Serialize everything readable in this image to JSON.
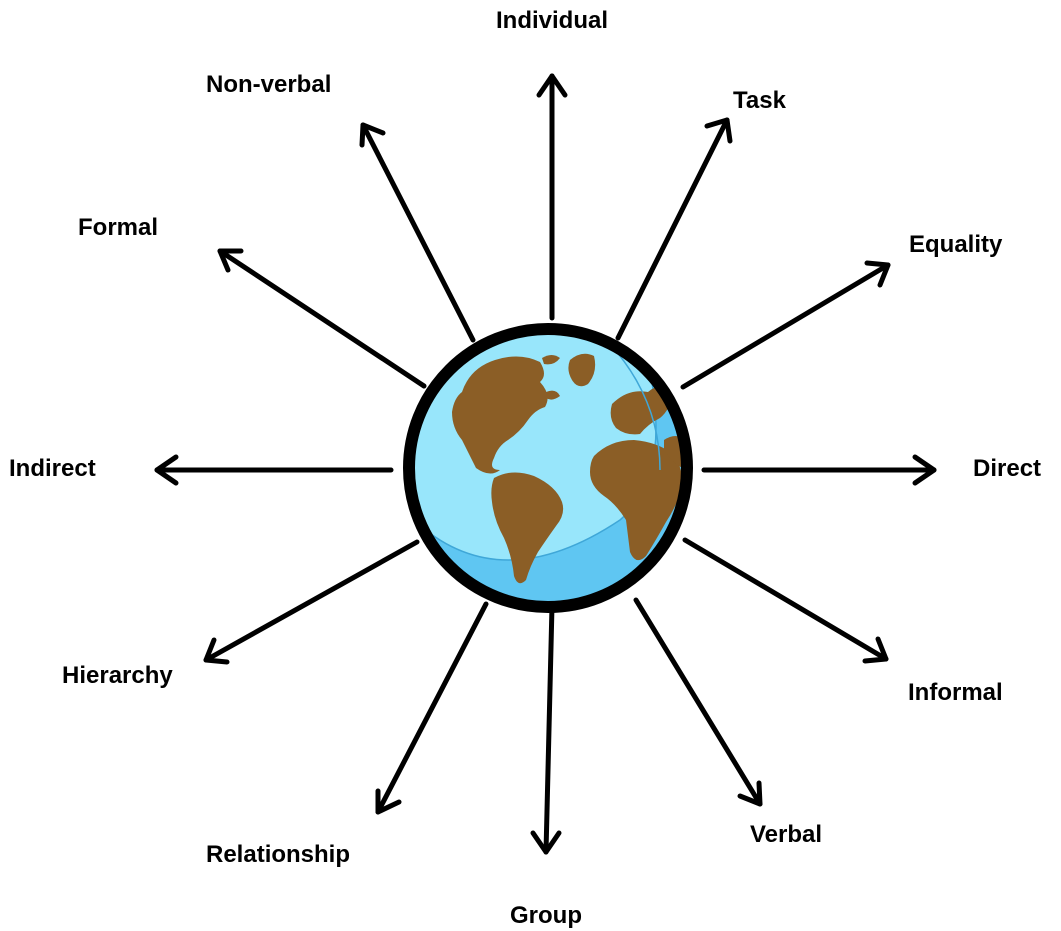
{
  "labels": {
    "individual": "Individual",
    "non_verbal": "Non-verbal",
    "task": "Task",
    "formal": "Formal",
    "equality": "Equality",
    "indirect": "Indirect",
    "direct": "Direct",
    "hierarchy": "Hierarchy",
    "informal": "Informal",
    "verbal": "Verbal",
    "relationship": "Relationship",
    "group": "Group"
  },
  "colors": {
    "arrow": "#000000",
    "globe_ocean": "#98e6fb",
    "globe_ocean_shade": "#5fc6f2",
    "globe_land": "#8b5e26",
    "globe_rim": "#000000",
    "background": "#ffffff"
  }
}
